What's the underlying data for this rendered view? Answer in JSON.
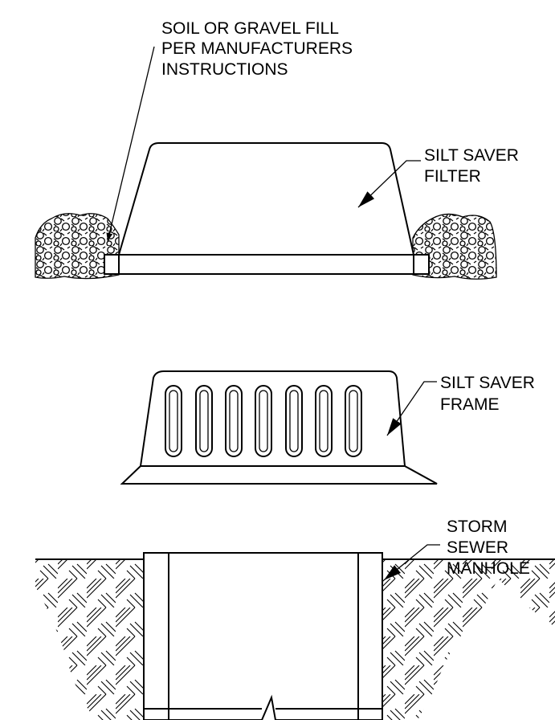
{
  "labels": {
    "fill_line1": "SOIL OR GRAVEL FILL",
    "fill_line2": "PER MANUFACTURERS",
    "fill_line3": "INSTRUCTIONS",
    "filter_line1": "SILT SAVER",
    "filter_line2": "FILTER",
    "frame_line1": "SILT SAVER",
    "frame_line2": "FRAME",
    "manhole_line1": "STORM",
    "manhole_line2": "SEWER",
    "manhole_line3": "MANHOLE"
  },
  "colors": {
    "stroke": "#000000",
    "background": "#ffffff"
  }
}
